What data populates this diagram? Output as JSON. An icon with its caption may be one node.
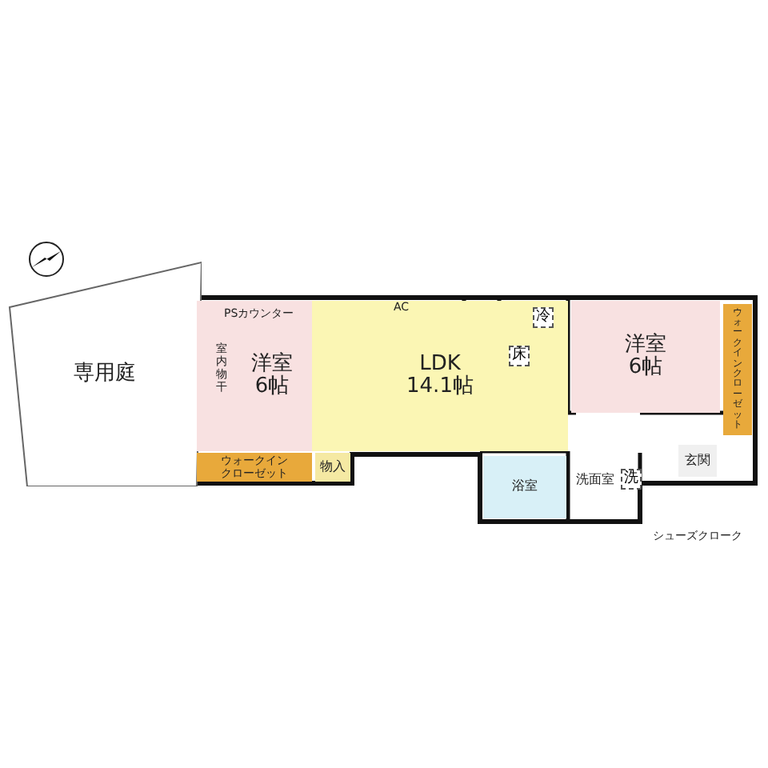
{
  "diagram": {
    "nodes": [
      {
        "text": [
          "専用庭"
        ]
      },
      {
        "text": [
          "洋室",
          "6帖"
        ]
      },
      {
        "text": [
          "ウォークインクローゼット"
        ]
      },
      {
        "text": [
          "物入"
        ]
      },
      {
        "text": [
          "LDK",
          "14.1帖"
        ]
      },
      {
        "text": [
          "洋室",
          "6帖"
        ]
      },
      {
        "text": [
          "ウォークインクローゼット"
        ]
      },
      {
        "text": [
          "浴室"
        ]
      },
      {
        "text": [
          "洗面室"
        ]
      },
      {
        "text": [
          "玄関"
        ]
      }
    ],
    "labels": [
      "PSカウンター",
      "室内物干",
      "AC",
      "冷",
      "床",
      "洗",
      "シューズクローク"
    ]
  }
}
